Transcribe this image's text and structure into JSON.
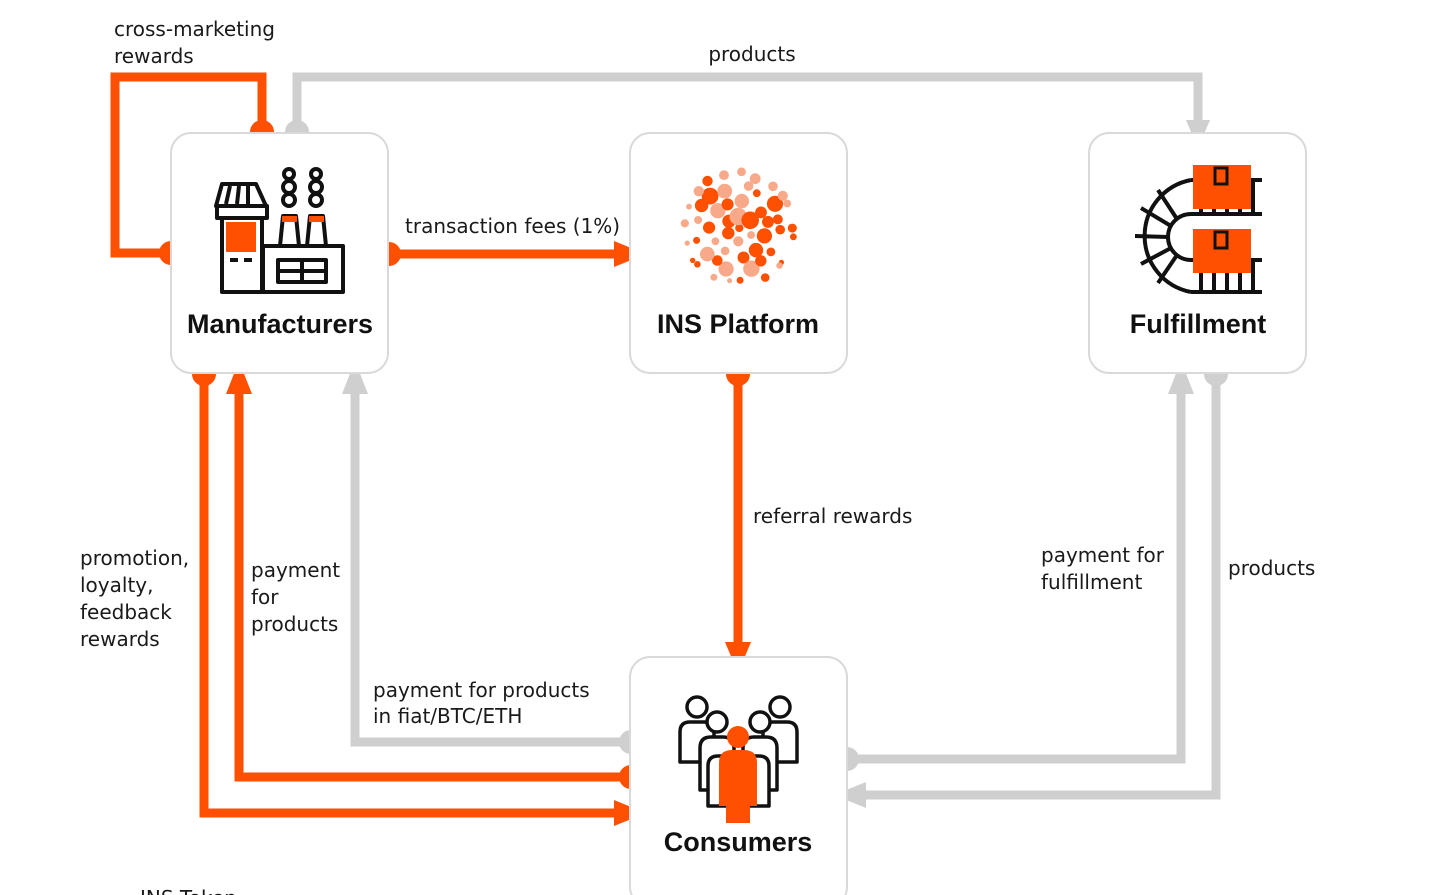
{
  "colors": {
    "accent": "#ff4f00",
    "gray": "#cfcfcf",
    "ink": "#111111",
    "light_orange": "#f7a98a"
  },
  "nodes": {
    "manufacturers": {
      "label": "Manufacturers",
      "icon": "factory-icon"
    },
    "platform": {
      "label": "INS Platform",
      "icon": "ins-logo-icon"
    },
    "fulfillment": {
      "label": "Fulfillment",
      "icon": "conveyor-boxes-icon"
    },
    "consumers": {
      "label": "Consumers",
      "icon": "people-group-icon"
    }
  },
  "edges": {
    "cross_marketing": {
      "lines": [
        "cross-marketing",
        "rewards"
      ]
    },
    "products_top": {
      "lines": [
        "products"
      ]
    },
    "transaction_fees": {
      "lines": [
        "transaction fees (1%)"
      ]
    },
    "referral_rewards": {
      "lines": [
        "referral rewards"
      ]
    },
    "promotion_rewards": {
      "lines": [
        "promotion,",
        "loyalty,",
        "feedback",
        "rewards"
      ]
    },
    "payment_for_products": {
      "lines": [
        "payment",
        "for",
        "products"
      ]
    },
    "payment_fiat": {
      "lines": [
        "payment for products",
        "in fiat/BTC/ETH"
      ]
    },
    "payment_fulfillment": {
      "lines": [
        "payment for",
        "fulfillment"
      ]
    },
    "products_right": {
      "lines": [
        "products"
      ]
    }
  },
  "footer": {
    "partial_text": "INS Token"
  }
}
